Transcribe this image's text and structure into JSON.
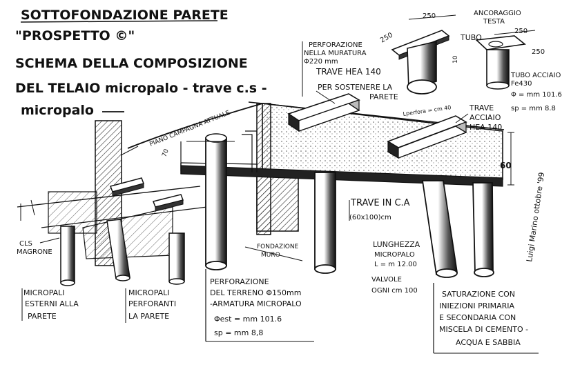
{
  "title": {
    "line1": "SOTTOFONDAZIONE PARETE",
    "line2": "\"PROSPETTO ©\"",
    "line3": "SCHEMA DELLA COMPOSIZIONE",
    "line4": "DEL TELAIO micropalo - trave c.s -",
    "line5": "micropalo"
  },
  "labels": {
    "piano_campagna": "PIANO CAMPAGNA ATTUALE",
    "cls_magrone_1": "CLS",
    "cls_magrone_2": "MAGRONE",
    "micropali_esterni_1": "MICROPALI",
    "micropali_esterni_2": "ESTERNI ALLA",
    "micropali_esterni_3": "PARETE",
    "micropali_perforanti_1": "MICROPALI",
    "micropali_perforanti_2": "PERFORANTI",
    "micropali_perforanti_3": "LA PARETE",
    "perforazione_muratura_1": "PERFORAZIONE",
    "perforazione_muratura_2": "NELLA MURATURA",
    "perforazione_muratura_3": "Φ220 mm",
    "trave_hea_top": "TRAVE HEA 140",
    "per_sostenere_1": "PER SOSTENERE LA",
    "per_sostenere_2": "PARETE",
    "ancoraggio_1": "ANCORAGGIO",
    "ancoraggio_2": "TESTA",
    "tubo": "TUBO",
    "dim_250_a": "250",
    "dim_250_b": "250",
    "dim_250_c": "250",
    "dim_250_d": "250",
    "dim_10": "10",
    "tubo_acciaio_1": "TUBO ACCIAIO",
    "tubo_acciaio_2": "Fe430",
    "tubo_acciaio_3": "Φ = mm 101.6",
    "tubo_acciaio_4": "sp = mm 8.8",
    "lperfora": "Lperfora = cm 40",
    "trave_acciaio_1": "TRAVE",
    "trave_acciaio_2": "ACCIAIO",
    "trave_acciaio_3": "HEA 140",
    "dim_60": "60",
    "dim_70": "70",
    "trave_inca_1": "TRAVE IN C.A",
    "trave_inca_2": "(60x100)cm",
    "fondazione_1": "FONDAZIONE",
    "fondazione_2": "MURO",
    "perforazione_terreno_1": "PERFORAZIONE",
    "perforazione_terreno_2": "DEL TERRENO Φ150mm",
    "perforazione_terreno_3": "-ARMATURA MICROPALO",
    "perforazione_terreno_4": "Φest = mm 101.6",
    "perforazione_terreno_5": "sp = mm 8,8",
    "lunghezza_1": "LUNGHEZZA",
    "lunghezza_2": "MICROPALO",
    "lunghezza_3": "L = m 12.00",
    "lunghezza_4": "VALVOLE",
    "lunghezza_5": "OGNI cm 100",
    "saturazione_1": "SATURAZIONE CON",
    "saturazione_2": "INIEZIONI PRIMARIA",
    "saturazione_3": "E SECONDARIA CON",
    "saturazione_4": "MISCELA DI CEMENTO -",
    "saturazione_5": "ACQUA E SABBIA",
    "signature": "Luigi Marino ottobre '99"
  }
}
